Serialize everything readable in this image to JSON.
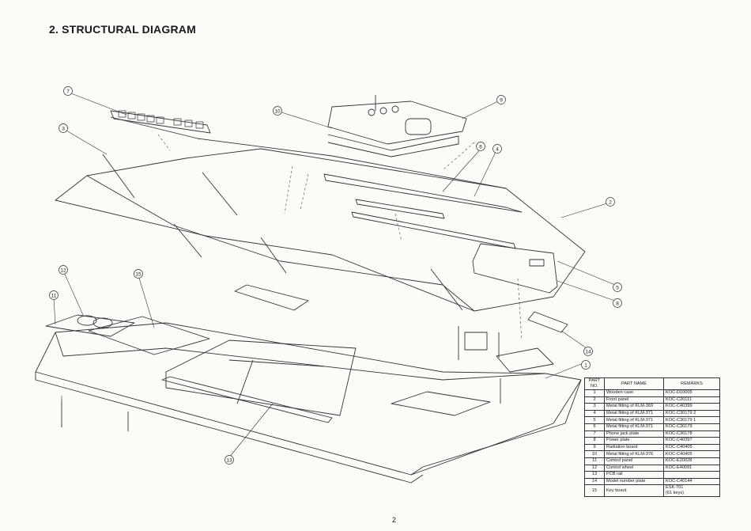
{
  "title": "2. STRUCTURAL  DIAGRAM",
  "page_number": "2",
  "callouts": [
    "1",
    "2",
    "3",
    "4",
    "5",
    "6",
    "7",
    "8",
    "9",
    "10",
    "11",
    "12",
    "13",
    "14",
    "15"
  ],
  "table": {
    "headers": {
      "part_no": "PART\nNO.",
      "part_name": "PART NAME",
      "remarks": "REMARKS"
    },
    "rows": [
      {
        "no": "1",
        "name": "Wooden case",
        "remarks": "KOC-D10005"
      },
      {
        "no": "2",
        "name": "Front panel",
        "remarks": "KOC-C20111"
      },
      {
        "no": "3",
        "name": "Metal fitting of KLM-369",
        "remarks": "KOC-C40399"
      },
      {
        "no": "4",
        "name": "Metal fitting of KLM-371",
        "remarks": "KOC-C30179 2"
      },
      {
        "no": "5",
        "name": "Metal fitting of KLM-371",
        "remarks": "KOC-C30179 1"
      },
      {
        "no": "6",
        "name": "Metal fitting of KLM-371",
        "remarks": "KOC-C30179"
      },
      {
        "no": "7",
        "name": "Phone jack plate",
        "remarks": "KOC-C30178"
      },
      {
        "no": "8",
        "name": "Power plate",
        "remarks": "KOC-C40397"
      },
      {
        "no": "9",
        "name": "Radiation board",
        "remarks": "KOC-C40405"
      },
      {
        "no": "10",
        "name": "Metal fitting of KLM-376",
        "remarks": "KOC-C40405"
      },
      {
        "no": "11",
        "name": "Control panel",
        "remarks": "KOC-E20028"
      },
      {
        "no": "12",
        "name": "Control wheel",
        "remarks": "KOC-E40091"
      },
      {
        "no": "13",
        "name": "PCB rail",
        "remarks": ""
      },
      {
        "no": "14",
        "name": "Model number plate",
        "remarks": "KOC-C40144"
      },
      {
        "no": "15",
        "name": "Key board",
        "remarks": "ESK-701\n(61 keys)"
      }
    ]
  }
}
